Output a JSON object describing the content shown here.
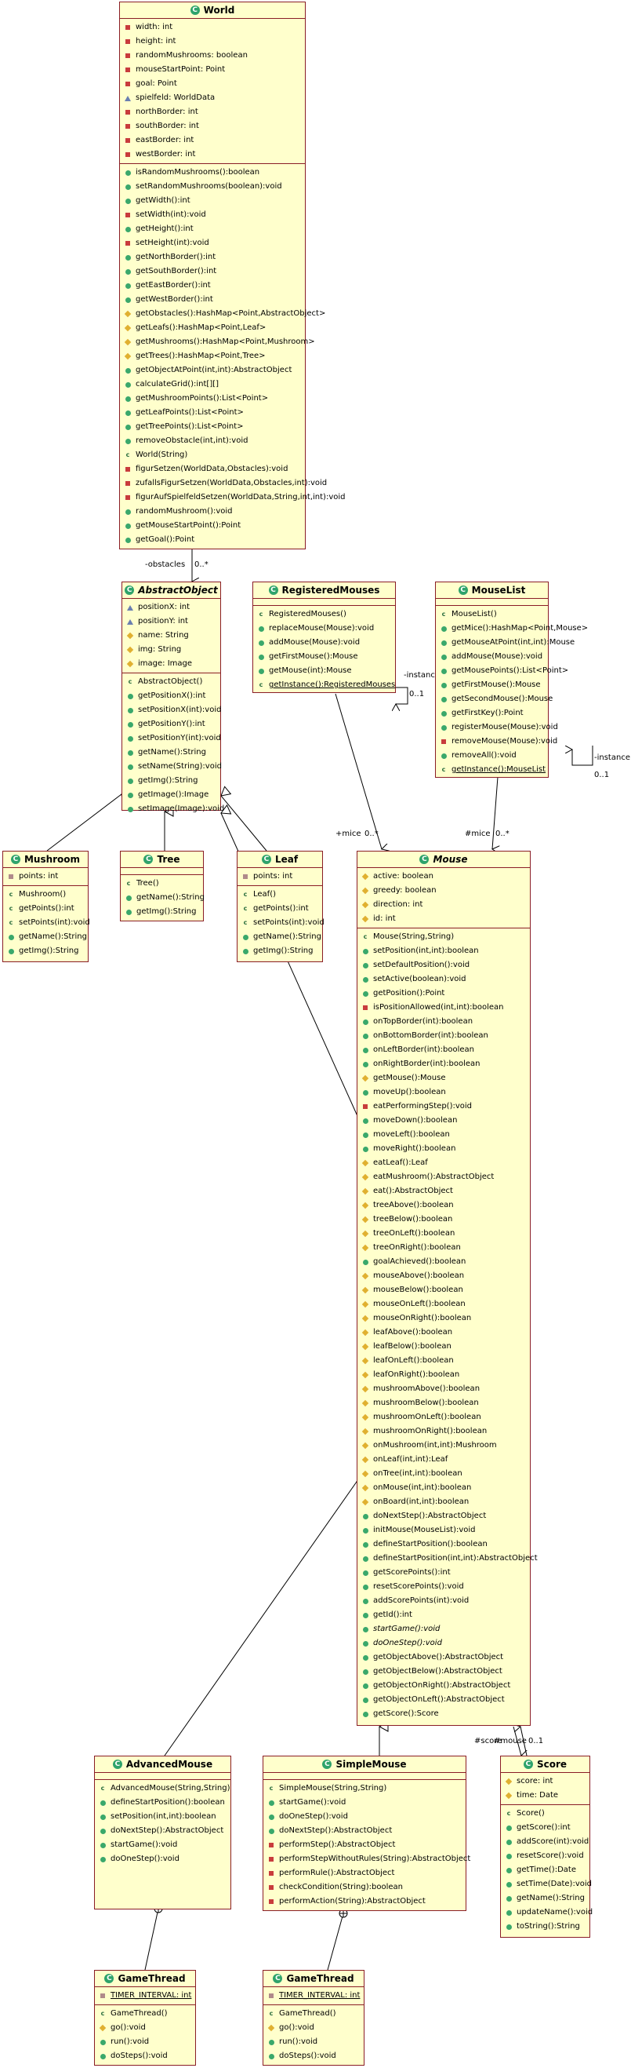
{
  "classes": {
    "world": {
      "name": "World",
      "attrs": [
        {
          "v": "priv",
          "t": "width: int"
        },
        {
          "v": "priv",
          "t": "height: int"
        },
        {
          "v": "priv",
          "t": "randomMushrooms: boolean"
        },
        {
          "v": "priv",
          "t": "mouseStartPoint: Point"
        },
        {
          "v": "priv",
          "t": "goal: Point"
        },
        {
          "v": "pkg",
          "t": "spielfeld: WorldData"
        },
        {
          "v": "priv",
          "t": "northBorder: int"
        },
        {
          "v": "priv",
          "t": "southBorder: int"
        },
        {
          "v": "priv",
          "t": "eastBorder: int"
        },
        {
          "v": "priv",
          "t": "westBorder: int"
        }
      ],
      "methods": [
        {
          "v": "pub",
          "t": "isRandomMushrooms():boolean"
        },
        {
          "v": "pub",
          "t": "setRandomMushrooms(boolean):void"
        },
        {
          "v": "pub",
          "t": "getWidth():int"
        },
        {
          "v": "priv",
          "t": "setWidth(int):void"
        },
        {
          "v": "pub",
          "t": "getHeight():int"
        },
        {
          "v": "priv",
          "t": "setHeight(int):void"
        },
        {
          "v": "pub",
          "t": "getNorthBorder():int"
        },
        {
          "v": "pub",
          "t": "getSouthBorder():int"
        },
        {
          "v": "pub",
          "t": "getEastBorder():int"
        },
        {
          "v": "pub",
          "t": "getWestBorder():int"
        },
        {
          "v": "prot",
          "t": "getObstacles():HashMap<Point,AbstractObject>"
        },
        {
          "v": "prot",
          "t": "getLeafs():HashMap<Point,Leaf>"
        },
        {
          "v": "prot",
          "t": "getMushrooms():HashMap<Point,Mushroom>"
        },
        {
          "v": "prot",
          "t": "getTrees():HashMap<Point,Tree>"
        },
        {
          "v": "pub",
          "t": "getObjectAtPoint(int,int):AbstractObject"
        },
        {
          "v": "pub",
          "t": "calculateGrid():int[][]"
        },
        {
          "v": "pub",
          "t": "getMushroomPoints():List<Point>"
        },
        {
          "v": "pub",
          "t": "getLeafPoints():List<Point>"
        },
        {
          "v": "pub",
          "t": "getTreePoints():List<Point>"
        },
        {
          "v": "pub",
          "t": "removeObstacle(int,int):void"
        },
        {
          "v": "ctor",
          "t": "World(String)"
        },
        {
          "v": "priv",
          "t": "figurSetzen(WorldData,Obstacles):void"
        },
        {
          "v": "priv",
          "t": "zufallsFigurSetzen(WorldData,Obstacles,int):void"
        },
        {
          "v": "priv",
          "t": "figurAufSpielfeldSetzen(WorldData,String,int,int):void"
        },
        {
          "v": "pub",
          "t": "randomMushroom():void"
        },
        {
          "v": "pub",
          "t": "getMouseStartPoint():Point"
        },
        {
          "v": "pub",
          "t": "getGoal():Point"
        }
      ]
    },
    "abstract_object": {
      "name": "AbstractObject",
      "attrs": [
        {
          "v": "pkg",
          "t": "positionX: int"
        },
        {
          "v": "pkg",
          "t": "positionY: int"
        },
        {
          "v": "prot",
          "t": "name: String"
        },
        {
          "v": "prot",
          "t": "img: String"
        },
        {
          "v": "prot",
          "t": "image: Image"
        }
      ],
      "methods": [
        {
          "v": "ctor",
          "t": "AbstractObject()"
        },
        {
          "v": "pub",
          "t": "getPositionX():int"
        },
        {
          "v": "pub",
          "t": "setPositionX(int):void"
        },
        {
          "v": "pub",
          "t": "getPositionY():int"
        },
        {
          "v": "pub",
          "t": "setPositionY(int):void"
        },
        {
          "v": "pub",
          "t": "getName():String"
        },
        {
          "v": "pub",
          "t": "setName(String):void"
        },
        {
          "v": "pub",
          "t": "getImg():String"
        },
        {
          "v": "pub",
          "t": "getImage():Image"
        },
        {
          "v": "pub",
          "t": "setImage(Image):void"
        }
      ]
    },
    "registered_mouses": {
      "name": "RegisteredMouses",
      "attrs": [],
      "methods": [
        {
          "v": "ctor",
          "t": "RegisteredMouses()"
        },
        {
          "v": "pub",
          "t": "replaceMouse(Mouse):void"
        },
        {
          "v": "pub",
          "t": "addMouse(Mouse):void"
        },
        {
          "v": "pub",
          "t": "getFirstMouse():Mouse"
        },
        {
          "v": "pub",
          "t": "getMouse(int):Mouse"
        },
        {
          "v": "ctor",
          "t": "getInstance():RegisteredMouses",
          "u": true
        }
      ]
    },
    "mouse_list": {
      "name": "MouseList",
      "attrs": [],
      "methods": [
        {
          "v": "ctor",
          "t": "MouseList()"
        },
        {
          "v": "pub",
          "t": "getMice():HashMap<Point,Mouse>"
        },
        {
          "v": "pub",
          "t": "getMouseAtPoint(int,int):Mouse"
        },
        {
          "v": "pub",
          "t": "addMouse(Mouse):void"
        },
        {
          "v": "pub",
          "t": "getMousePoints():List<Point>"
        },
        {
          "v": "pub",
          "t": "getFirstMouse():Mouse"
        },
        {
          "v": "pub",
          "t": "getSecondMouse():Mouse"
        },
        {
          "v": "pub",
          "t": "getFirstKey():Point"
        },
        {
          "v": "pub",
          "t": "registerMouse(Mouse):void"
        },
        {
          "v": "priv",
          "t": "removeMouse(Mouse):void"
        },
        {
          "v": "pub",
          "t": "removeAll():void"
        },
        {
          "v": "ctor",
          "t": "getInstance():MouseList",
          "u": true
        }
      ]
    },
    "mushroom": {
      "name": "Mushroom",
      "attrs": [
        {
          "v": "fpriv",
          "t": "points: int"
        }
      ],
      "methods": [
        {
          "v": "ctor",
          "t": "Mushroom()"
        },
        {
          "v": "ctor",
          "t": "getPoints():int"
        },
        {
          "v": "ctor",
          "t": "setPoints(int):void"
        },
        {
          "v": "pub",
          "t": "getName():String"
        },
        {
          "v": "pub",
          "t": "getImg():String"
        }
      ]
    },
    "tree": {
      "name": "Tree",
      "attrs": [],
      "methods": [
        {
          "v": "ctor",
          "t": "Tree()"
        },
        {
          "v": "pub",
          "t": "getName():String"
        },
        {
          "v": "pub",
          "t": "getImg():String"
        }
      ]
    },
    "leaf": {
      "name": "Leaf",
      "attrs": [
        {
          "v": "fpriv",
          "t": "points: int"
        }
      ],
      "methods": [
        {
          "v": "ctor",
          "t": "Leaf()"
        },
        {
          "v": "ctor",
          "t": "getPoints():int"
        },
        {
          "v": "ctor",
          "t": "setPoints(int):void"
        },
        {
          "v": "pub",
          "t": "getName():String"
        },
        {
          "v": "pub",
          "t": "getImg():String"
        }
      ]
    },
    "mouse": {
      "name": "Mouse",
      "attrs": [
        {
          "v": "prot",
          "t": "active: boolean"
        },
        {
          "v": "prot",
          "t": "greedy: boolean"
        },
        {
          "v": "prot",
          "t": "direction: int"
        },
        {
          "v": "prot",
          "t": "id: int"
        }
      ],
      "methods": [
        {
          "v": "ctor",
          "t": "Mouse(String,String)"
        },
        {
          "v": "pub",
          "t": "setPosition(int,int):boolean"
        },
        {
          "v": "pub",
          "t": "setDefaultPosition():void"
        },
        {
          "v": "pub",
          "t": "setActive(boolean):void"
        },
        {
          "v": "pub",
          "t": "getPosition():Point"
        },
        {
          "v": "priv",
          "t": "isPositionAllowed(int,int):boolean"
        },
        {
          "v": "pub",
          "t": "onTopBorder(int):boolean"
        },
        {
          "v": "pub",
          "t": "onBottomBorder(int):boolean"
        },
        {
          "v": "pub",
          "t": "onLeftBorder(int):boolean"
        },
        {
          "v": "pub",
          "t": "onRightBorder(int):boolean"
        },
        {
          "v": "prot",
          "t": "getMouse():Mouse"
        },
        {
          "v": "pub",
          "t": "moveUp():boolean"
        },
        {
          "v": "priv",
          "t": "eatPerformingStep():void"
        },
        {
          "v": "pub",
          "t": "moveDown():boolean"
        },
        {
          "v": "pub",
          "t": "moveLeft():boolean"
        },
        {
          "v": "pub",
          "t": "moveRight():boolean"
        },
        {
          "v": "prot",
          "t": "eatLeaf():Leaf"
        },
        {
          "v": "prot",
          "t": "eatMushroom():AbstractObject"
        },
        {
          "v": "prot",
          "t": "eat():AbstractObject"
        },
        {
          "v": "prot",
          "t": "treeAbove():boolean"
        },
        {
          "v": "prot",
          "t": "treeBelow():boolean"
        },
        {
          "v": "prot",
          "t": "treeOnLeft():boolean"
        },
        {
          "v": "prot",
          "t": "treeOnRight():boolean"
        },
        {
          "v": "pub",
          "t": "goalAchieved():boolean"
        },
        {
          "v": "prot",
          "t": "mouseAbove():boolean"
        },
        {
          "v": "prot",
          "t": "mouseBelow():boolean"
        },
        {
          "v": "prot",
          "t": "mouseOnLeft():boolean"
        },
        {
          "v": "prot",
          "t": "mouseOnRight():boolean"
        },
        {
          "v": "prot",
          "t": "leafAbove():boolean"
        },
        {
          "v": "prot",
          "t": "leafBelow():boolean"
        },
        {
          "v": "prot",
          "t": "leafOnLeft():boolean"
        },
        {
          "v": "prot",
          "t": "leafOnRight():boolean"
        },
        {
          "v": "prot",
          "t": "mushroomAbove():boolean"
        },
        {
          "v": "prot",
          "t": "mushroomBelow():boolean"
        },
        {
          "v": "prot",
          "t": "mushroomOnLeft():boolean"
        },
        {
          "v": "prot",
          "t": "mushroomOnRight():boolean"
        },
        {
          "v": "prot",
          "t": "onMushroom(int,int):Mushroom"
        },
        {
          "v": "prot",
          "t": "onLeaf(int,int):Leaf"
        },
        {
          "v": "prot",
          "t": "onTree(int,int):boolean"
        },
        {
          "v": "prot",
          "t": "onMouse(int,int):boolean"
        },
        {
          "v": "prot",
          "t": "onBoard(int,int):boolean"
        },
        {
          "v": "pub",
          "t": "doNextStep():AbstractObject"
        },
        {
          "v": "pub",
          "t": "initMouse(MouseList):void"
        },
        {
          "v": "pub",
          "t": "defineStartPosition():boolean"
        },
        {
          "v": "pub",
          "t": "defineStartPosition(int,int):AbstractObject"
        },
        {
          "v": "pub",
          "t": "getScorePoints():int"
        },
        {
          "v": "pub",
          "t": "resetScorePoints():void"
        },
        {
          "v": "pub",
          "t": "addScorePoints(int):void"
        },
        {
          "v": "pub",
          "t": "getId():int"
        },
        {
          "v": "pub",
          "t": "startGame():void",
          "i": true
        },
        {
          "v": "pub",
          "t": "doOneStep():void",
          "i": true
        },
        {
          "v": "pub",
          "t": "getObjectAbove():AbstractObject"
        },
        {
          "v": "pub",
          "t": "getObjectBelow():AbstractObject"
        },
        {
          "v": "pub",
          "t": "getObjectOnRight():AbstractObject"
        },
        {
          "v": "pub",
          "t": "getObjectOnLeft():AbstractObject"
        },
        {
          "v": "pub",
          "t": "getScore():Score"
        }
      ]
    },
    "advanced_mouse": {
      "name": "AdvancedMouse",
      "attrs": [],
      "methods": [
        {
          "v": "ctor",
          "t": "AdvancedMouse(String,String)"
        },
        {
          "v": "pub",
          "t": "defineStartPosition():boolean"
        },
        {
          "v": "pub",
          "t": "setPosition(int,int):boolean"
        },
        {
          "v": "pub",
          "t": "doNextStep():AbstractObject"
        },
        {
          "v": "pub",
          "t": "startGame():void"
        },
        {
          "v": "pub",
          "t": "doOneStep():void"
        }
      ]
    },
    "simple_mouse": {
      "name": "SimpleMouse",
      "attrs": [],
      "methods": [
        {
          "v": "ctor",
          "t": "SimpleMouse(String,String)"
        },
        {
          "v": "pub",
          "t": "startGame():void"
        },
        {
          "v": "pub",
          "t": "doOneStep():void"
        },
        {
          "v": "pub",
          "t": "doNextStep():AbstractObject"
        },
        {
          "v": "priv",
          "t": "performStep():AbstractObject"
        },
        {
          "v": "priv",
          "t": "performStepWithoutRules(String):AbstractObject"
        },
        {
          "v": "priv",
          "t": "performRule():AbstractObject"
        },
        {
          "v": "priv",
          "t": "checkCondition(String):boolean"
        },
        {
          "v": "priv",
          "t": "performAction(String):AbstractObject"
        }
      ]
    },
    "score": {
      "name": "Score",
      "attrs": [
        {
          "v": "prot",
          "t": "score: int"
        },
        {
          "v": "prot",
          "t": "time: Date"
        }
      ],
      "methods": [
        {
          "v": "ctor",
          "t": "Score()"
        },
        {
          "v": "pub",
          "t": "getScore():int"
        },
        {
          "v": "pub",
          "t": "addScore(int):void"
        },
        {
          "v": "pub",
          "t": "resetScore():void"
        },
        {
          "v": "pub",
          "t": "getTime():Date"
        },
        {
          "v": "pub",
          "t": "setTime(Date):void"
        },
        {
          "v": "pub",
          "t": "getName():String"
        },
        {
          "v": "pub",
          "t": "updateName():void"
        },
        {
          "v": "pub",
          "t": "toString():String"
        }
      ]
    },
    "game_thread_1": {
      "name": "GameThread",
      "attrs": [
        {
          "v": "fpriv",
          "t": "TIMER_INTERVAL: int",
          "u": true
        }
      ],
      "methods": [
        {
          "v": "ctor",
          "t": "GameThread()"
        },
        {
          "v": "prot",
          "t": "go():void"
        },
        {
          "v": "pub",
          "t": "run():void"
        },
        {
          "v": "pub",
          "t": "doSteps():void"
        }
      ]
    },
    "game_thread_2": {
      "name": "GameThread",
      "attrs": [
        {
          "v": "fpriv",
          "t": "TIMER_INTERVAL: int",
          "u": true
        }
      ],
      "methods": [
        {
          "v": "ctor",
          "t": "GameThread()"
        },
        {
          "v": "prot",
          "t": "go():void"
        },
        {
          "v": "pub",
          "t": "run():void"
        },
        {
          "v": "pub",
          "t": "doSteps():void"
        }
      ]
    }
  },
  "labels": {
    "obstacles_role": "-obstacles",
    "obstacles_mult": "0..*",
    "rm_instance_role": "-instance",
    "rm_instance_mult": "0..1",
    "ml_instance_role": "-instance",
    "ml_instance_mult": "0..1",
    "mice_role_rm": "+mice",
    "mice_mult_rm": "0..*",
    "mice_role_ml": "#mice",
    "mice_mult_ml": "0..*",
    "score_role": "#score",
    "score_mult": "0..1",
    "mouse_role": "#mouse"
  }
}
